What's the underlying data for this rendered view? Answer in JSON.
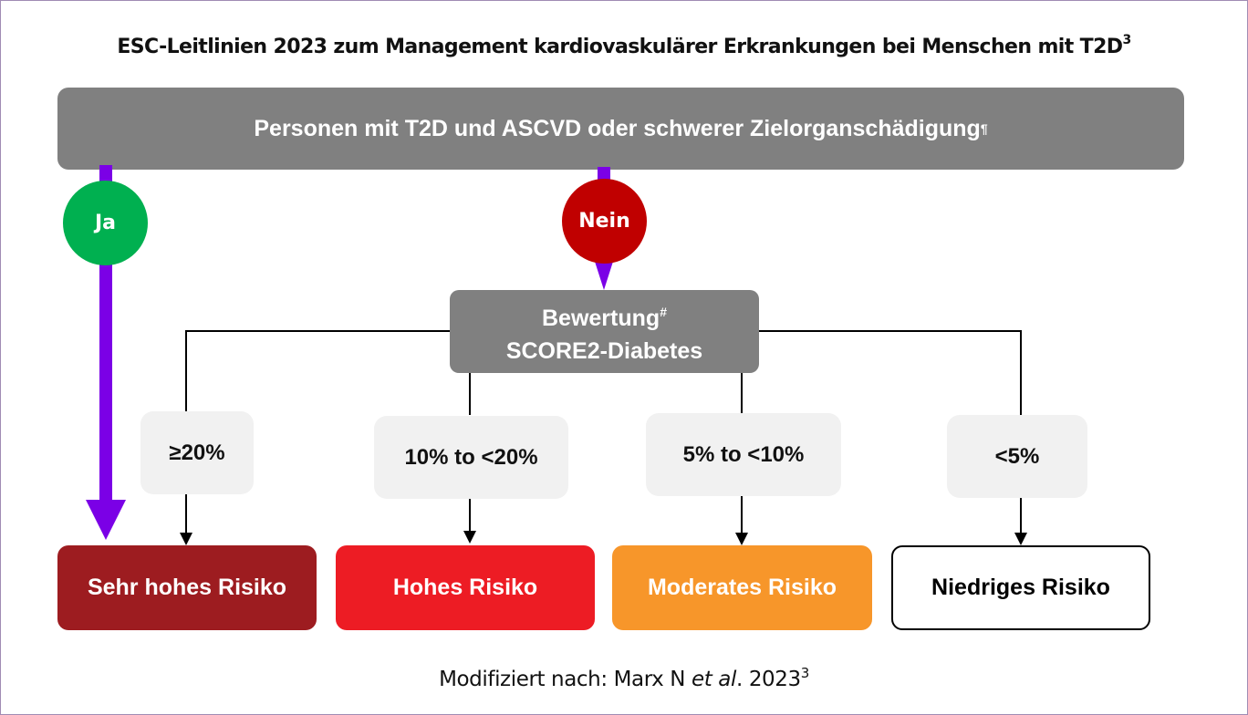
{
  "title": {
    "text": "ESC-Leitlinien 2023 zum Management kardiovaskulärer Erkrankungen bei Menschen mit T2D",
    "superscript": "3"
  },
  "top_box": {
    "text": "Personen mit T2D und ASCVD oder schwerer Zielorganschädigung",
    "superscript": "¶"
  },
  "decisions": {
    "yes": {
      "label": "Ja",
      "color": "#00b050"
    },
    "no": {
      "label": "Nein",
      "color": "#c00000"
    }
  },
  "assessment_box": {
    "line1": "Bewertung",
    "line1_superscript": "#",
    "line2": "SCORE2-Diabetes"
  },
  "categories": [
    {
      "label": "≥20%"
    },
    {
      "label": "10% to <20%"
    },
    {
      "label": "5% to <10%"
    },
    {
      "label": "<5%"
    }
  ],
  "risk_levels": [
    {
      "label": "Sehr hohes Risiko",
      "color": "#9d1c20"
    },
    {
      "label": "Hohes Risiko",
      "color": "#ed1c24"
    },
    {
      "label": "Moderates Risiko",
      "color": "#f7962a"
    },
    {
      "label": "Niedriges Risiko",
      "color": "#ffffff"
    }
  ],
  "colors": {
    "arrow_accent": "#7b00e6",
    "box_gray": "#808080",
    "category_bg": "#f1f1f1",
    "frame_border": "#a08cb4"
  },
  "footer": {
    "prefix": "Modifiziert nach: Marx N ",
    "italic": "et al",
    "suffix": ". 2023",
    "superscript": "3"
  }
}
